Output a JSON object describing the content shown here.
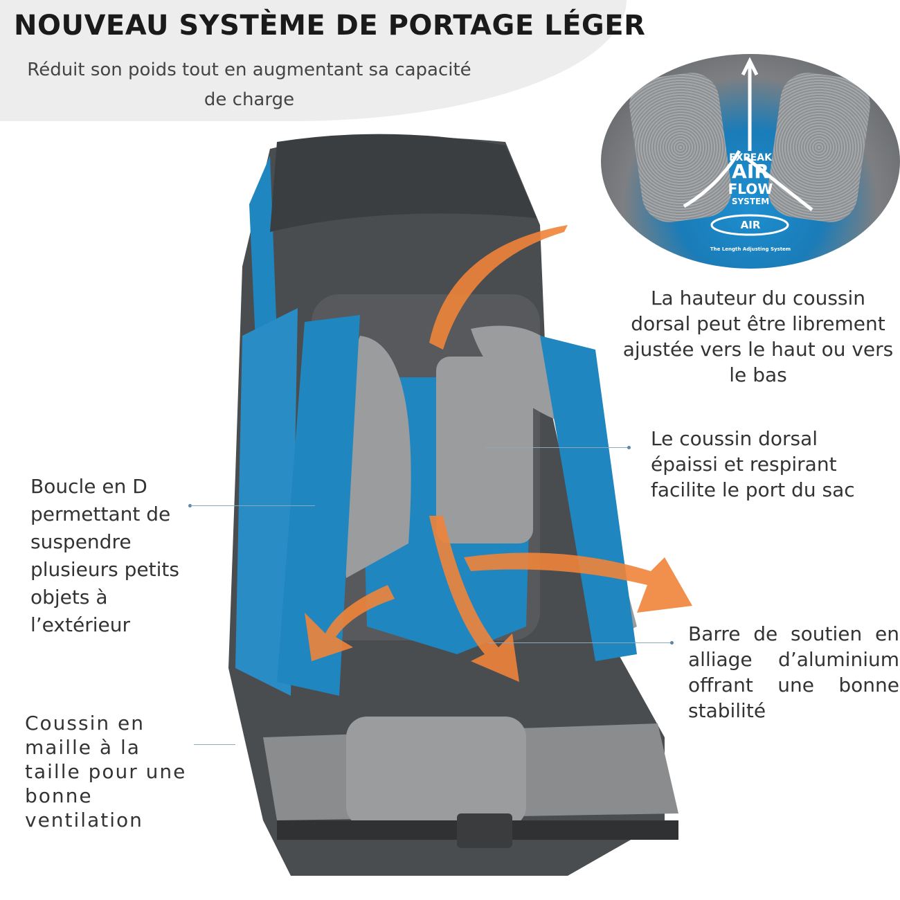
{
  "header": {
    "title": "NOUVEAU SYSTÈME DE PORTAGE LÉGER",
    "subtitle": "Réduit son poids tout en augmentant sa capacité de charge"
  },
  "inset": {
    "brand_line1": "EXPEAK",
    "brand_line2": "AIR",
    "brand_line3": "FLOW",
    "brand_line4": "SYSTEM",
    "badge": "AIR",
    "caption": "The Length Adjusting System"
  },
  "callouts": {
    "back_height": "La hauteur du coussin dorsal peut être librement ajustée vers le haut ou vers le bas",
    "back_cushion": "Le coussin dorsal épaissi et respirant facilite le port du sac",
    "d_buckle": "Boucle en D permettant de suspendre plusieurs petits objets à l’extérieur",
    "aluminium_bar": "Barre de soutien en alliage d’aluminium offrant une bonne stabilité",
    "waist_mesh": "Coussin en maille à la taille pour une bonne ventilation"
  },
  "colors": {
    "pack_blue": "#1f86c0",
    "pack_gray": "#4a4d50",
    "arrow_orange": "#f0843a",
    "mesh_gray": "#9a9c9e"
  }
}
